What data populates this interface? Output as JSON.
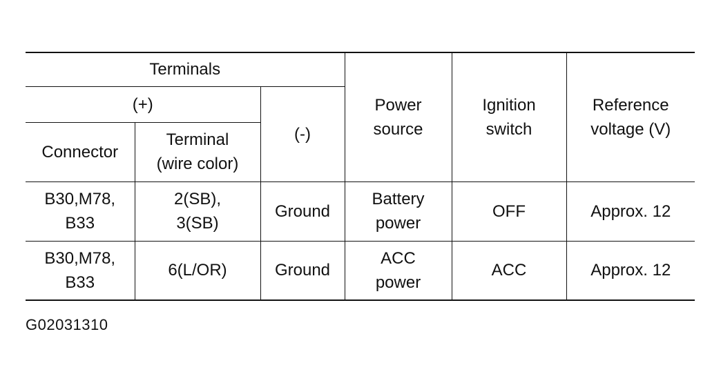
{
  "table": {
    "headers": {
      "terminals": "Terminals",
      "positive": "(+)",
      "negative": "(-)",
      "connector": "Connector",
      "terminal": "Terminal\n(wire color)",
      "power_source": "Power\nsource",
      "ignition_switch": "Ignition\nswitch",
      "reference_voltage": "Reference\nvoltage (V)"
    },
    "rows": [
      {
        "connector": "B30,M78,\nB33",
        "terminal": "2(SB),\n3(SB)",
        "negative": "Ground",
        "power_source": "Battery\npower",
        "ignition_switch": "OFF",
        "reference_voltage": "Approx. 12"
      },
      {
        "connector": "B30,M78,\nB33",
        "terminal": "6(L/OR)",
        "negative": "Ground",
        "power_source": "ACC\npower",
        "ignition_switch": "ACC",
        "reference_voltage": "Approx. 12"
      }
    ]
  },
  "figure_id": "G02031310"
}
